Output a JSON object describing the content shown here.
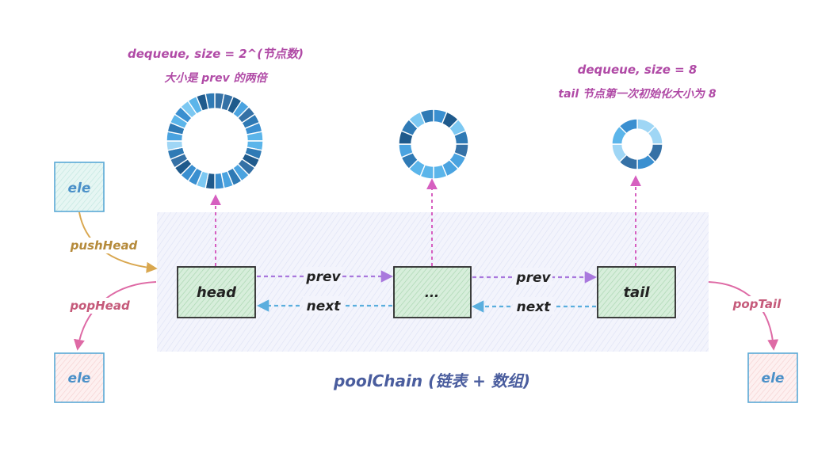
{
  "annotations": {
    "left_title": "dequeue, size = 2^(节点数)",
    "left_sub": "大小是 prev 的两倍",
    "right_title": "dequeue, size = 8",
    "right_sub": "tail 节点第一次初始化大小为 8"
  },
  "nodes": {
    "head": "head",
    "middle": "...",
    "tail": "tail"
  },
  "links": {
    "prev": "prev",
    "next": "next"
  },
  "ops": {
    "push_head": "pushHead",
    "pop_head": "popHead",
    "pop_tail": "popTail"
  },
  "elements": {
    "top_left": "ele",
    "bottom_left": "ele",
    "bottom_right": "ele"
  },
  "caption": "poolChain (链表 + 数组)",
  "colors": {
    "annotation": "#b04aa6",
    "node_fill": "#cfe8d2",
    "node_stroke": "#2b2b2b",
    "ele_stroke": "#5aa9d6",
    "ele_text": "#4a90c8",
    "ele_fill_top": "#d8eff0",
    "ele_fill_bottom": "#fde7e7",
    "prev_arrow": "#a978dd",
    "next_arrow": "#5aaede",
    "vertical_arrow": "#d65fc0",
    "push_head": "#d9a74f",
    "pop_head": "#de6aa5",
    "pop_tail": "#de6aa5",
    "caption": "#4a5d9e",
    "band": "#eef0fb",
    "ring_palette": [
      "#1f5a8c",
      "#2f7ab5",
      "#3a8fd0",
      "#4aa3e0",
      "#5bb5ea",
      "#7cc8f2",
      "#9fd6f5",
      "#3571a6"
    ]
  }
}
